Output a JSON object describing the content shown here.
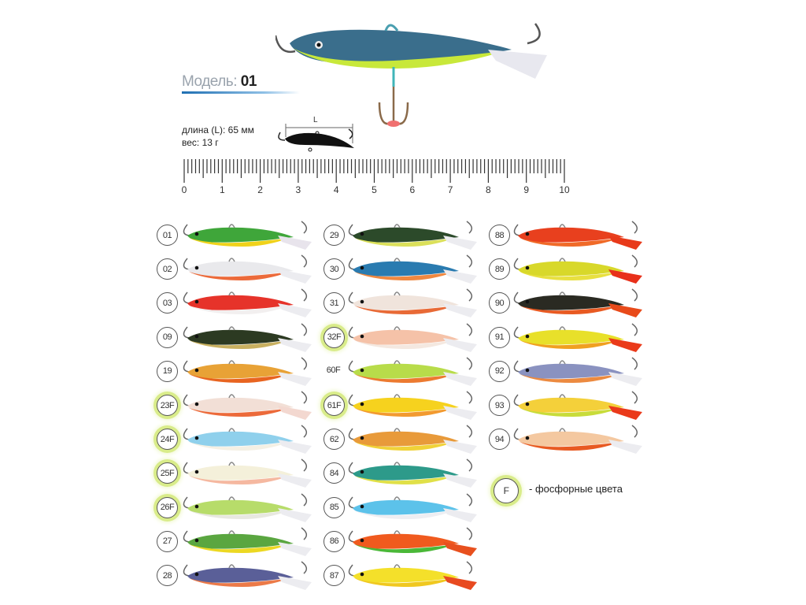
{
  "header": {
    "model_label": "Модель:",
    "model_number": "01"
  },
  "specs": {
    "length": "длина (L): 65 мм",
    "weight": "вес: 13 г",
    "diagram_label": "L"
  },
  "ruler": {
    "labels": [
      "0",
      "1",
      "2",
      "3",
      "4",
      "5",
      "6",
      "7",
      "8",
      "9",
      "10"
    ]
  },
  "columns": [
    [
      {
        "code": "01",
        "phosphor": false,
        "top": "#3fa63a",
        "belly": "#f0d21a",
        "tail": "#e8e4ec"
      },
      {
        "code": "02",
        "phosphor": false,
        "top": "#e9e9ec",
        "belly": "#ec6a3a",
        "tail": "#ececf0"
      },
      {
        "code": "03",
        "phosphor": false,
        "top": "#e6332a",
        "belly": "#f2efef",
        "tail": "#ececf0"
      },
      {
        "code": "09",
        "phosphor": false,
        "top": "#2c3a22",
        "belly": "#c8b060",
        "tail": "#ececf0"
      },
      {
        "code": "19",
        "phosphor": false,
        "top": "#e8a236",
        "belly": "#e86420",
        "tail": "#ececf0"
      },
      {
        "code": "23F",
        "phosphor": true,
        "top": "#f2dfd6",
        "belly": "#ec6a3a",
        "tail": "#f3d8d0"
      },
      {
        "code": "24F",
        "phosphor": true,
        "top": "#8fd0ec",
        "belly": "#f4f0e4",
        "tail": "#ececf0"
      },
      {
        "code": "25F",
        "phosphor": true,
        "top": "#f4f0da",
        "belly": "#f5b8a0",
        "tail": "#ececf0"
      },
      {
        "code": "26F",
        "phosphor": true,
        "top": "#b7dc6a",
        "belly": "#e8e8e0",
        "tail": "#ececf0"
      },
      {
        "code": "27",
        "phosphor": false,
        "top": "#5aa640",
        "belly": "#ecd822",
        "tail": "#ececf0"
      },
      {
        "code": "28",
        "phosphor": false,
        "top": "#5a5f98",
        "belly": "#ec7a48",
        "tail": "#ececf0"
      }
    ],
    [
      {
        "code": "29",
        "phosphor": false,
        "top": "#2c4a2a",
        "belly": "#dbe05a",
        "tail": "#ececf0"
      },
      {
        "code": "30",
        "phosphor": false,
        "top": "#2a7bb0",
        "belly": "#f08840",
        "tail": "#ececf0"
      },
      {
        "code": "31",
        "phosphor": false,
        "top": "#f0e4dc",
        "belly": "#e86a36",
        "tail": "#ececf0"
      },
      {
        "code": "32F",
        "phosphor": true,
        "top": "#f5c2a8",
        "belly": "#f4e8e0",
        "tail": "#ececf0"
      },
      {
        "code": "60F",
        "phosphor": false,
        "plain": true,
        "top": "#b8dc4a",
        "belly": "#ec7a30",
        "tail": "#ececf0"
      },
      {
        "code": "61F",
        "phosphor": true,
        "top": "#f6d21e",
        "belly": "#f29a30",
        "tail": "#ececf0"
      },
      {
        "code": "62",
        "phosphor": false,
        "top": "#e89a3a",
        "belly": "#f0d238",
        "tail": "#ececf0"
      },
      {
        "code": "84",
        "phosphor": false,
        "top": "#2d9a8a",
        "belly": "#e0e048",
        "tail": "#ececf0"
      },
      {
        "code": "85",
        "phosphor": false,
        "top": "#5cc2ea",
        "belly": "#eeeef2",
        "tail": "#ececf0"
      },
      {
        "code": "86",
        "phosphor": false,
        "top": "#f05a1e",
        "belly": "#4ab838",
        "tail": "#e8501e"
      },
      {
        "code": "87",
        "phosphor": false,
        "top": "#f4e02a",
        "belly": "#f0c820",
        "tail": "#e84a20"
      }
    ],
    [
      {
        "code": "88",
        "phosphor": false,
        "top": "#e8401e",
        "belly": "#f06a28",
        "tail": "#e83a1a"
      },
      {
        "code": "89",
        "phosphor": false,
        "top": "#d8d82a",
        "belly": "#e8e040",
        "tail": "#e8301a"
      },
      {
        "code": "90",
        "phosphor": false,
        "top": "#2a2a22",
        "belly": "#e85a22",
        "tail": "#e84a1a"
      },
      {
        "code": "91",
        "phosphor": false,
        "top": "#e8e02a",
        "belly": "#f0a020",
        "tail": "#ea3a1a"
      },
      {
        "code": "92",
        "phosphor": false,
        "top": "#8a92c0",
        "belly": "#ec8a40",
        "tail": "#ececf0"
      },
      {
        "code": "93",
        "phosphor": false,
        "top": "#f4d03a",
        "belly": "#c8dc3a",
        "tail": "#ea3a1a"
      },
      {
        "code": "94",
        "phosphor": false,
        "top": "#f4c8a0",
        "belly": "#e85a22",
        "tail": "#ececf0"
      }
    ]
  ],
  "legend": {
    "badge": "F",
    "text": "- фосфорные цвета"
  }
}
